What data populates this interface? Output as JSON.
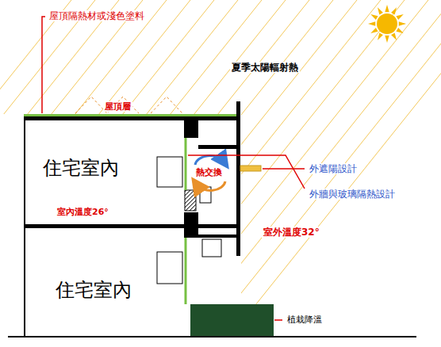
{
  "diagram": {
    "labels": [
      "屋頂隔熱材或淺色塗料",
      "夏季太陽輻射熱",
      "屋頂層",
      "外遮陽設計",
      "熱交換",
      "外牆與玻璃隔熱設計",
      "住宅室內",
      "室內溫度26°",
      "室外溫度32°",
      "住宅室內",
      "植栽降溫"
    ]
  }
}
